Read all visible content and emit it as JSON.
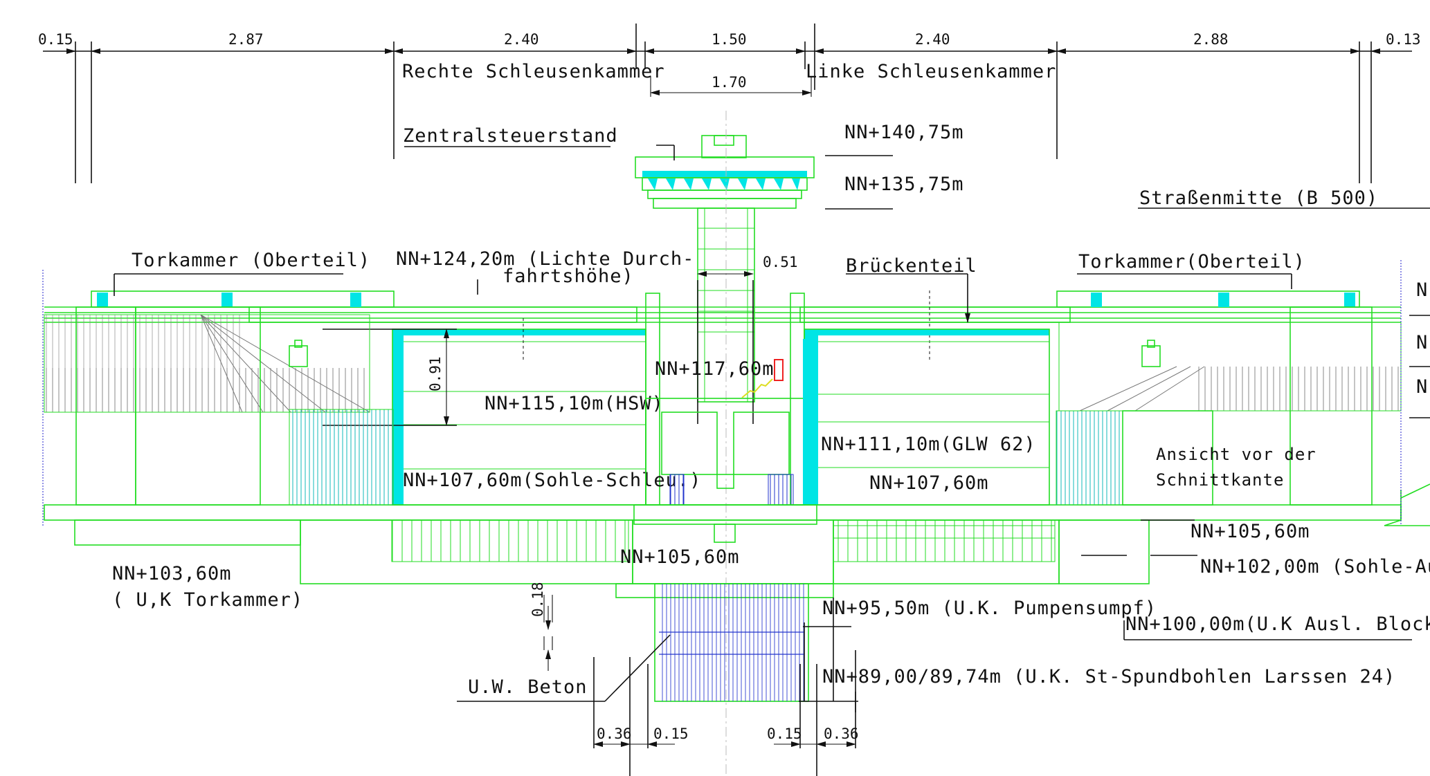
{
  "dimensions": {
    "d1": "0.15",
    "d2": "2.87",
    "d3": "2.40",
    "d4": "1.50",
    "d5": "2.40",
    "d6": "2.88",
    "d7": "0.13",
    "d8": "1.70",
    "d9": "0.51",
    "d10": "0.91",
    "d11": "0.18",
    "d12": "0.36",
    "d13": "0.15",
    "d14": "0.15",
    "d15": "0.36"
  },
  "labels": {
    "rechte_kammer": "Rechte Schleusenkammer",
    "linke_kammer": "Linke Schleusenkammer",
    "zentralsteuerstand": "Zentralsteuerstand",
    "strassenmitte": "Straßenmitte (B 500)",
    "torkammer_left": "Torkammer (Oberteil)",
    "lichte_1": "NN+124,20m (Lichte Durch-",
    "lichte_2": "fahrtshöhe)",
    "brueckenteil": "Brückenteil",
    "torkammer_right": "Torkammer(Oberteil)",
    "ansicht_1": "Ansicht vor der",
    "ansicht_2": "Schnittkante",
    "uw_beton": "U.W. Beton"
  },
  "levels": {
    "nn_140_75": "NN+140,75m",
    "nn_135_75": "NN+135,75m",
    "nn_117_60": "NN+117,60m",
    "nn_115_10": "NN+115,10m(HSW)",
    "nn_111_10": "NN+111,10m(GLW 62)",
    "nn_107_60_sohle": "NN+107,60m(Sohle-Schleu.)",
    "nn_107_60": "NN+107,60m",
    "nn_105_60_right": "NN+105,60m",
    "nn_105_60_center": "NN+105,60m",
    "nn_103_60": "NN+103,60m",
    "uk_torkammer": "( U,K Torkammer)",
    "nn_102_00": "NN+102,00m (Sohle-Aus",
    "nn_100_00": "NN+100,00m(U.K Ausl. Block",
    "nn_95_50": "NN+95,50m (U.K. Pumpensumpf)",
    "nn_89_00": "NN+89,00/89,74m (U.K. St-Spundbohlen Larssen 24)",
    "edge_n1": "N",
    "edge_n2": "N",
    "edge_n3": "N"
  },
  "colors": {
    "structure_green": "#22dd22",
    "water_cyan": "#00e5e5",
    "dimension_black": "#111111",
    "sheet_pile_blue": "#2233cc"
  }
}
